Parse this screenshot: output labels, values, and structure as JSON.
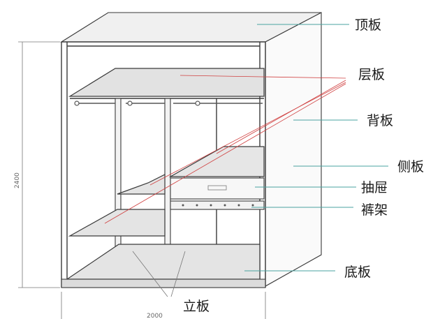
{
  "labels": {
    "top_panel": "顶板",
    "shelf": "层板",
    "back_panel": "背板",
    "side_panel": "侧板",
    "drawer": "抽屉",
    "pants_rack": "裤架",
    "bottom_panel": "底板",
    "divider": "立板"
  },
  "dimensions": {
    "height": "2400",
    "width": "2000"
  }
}
